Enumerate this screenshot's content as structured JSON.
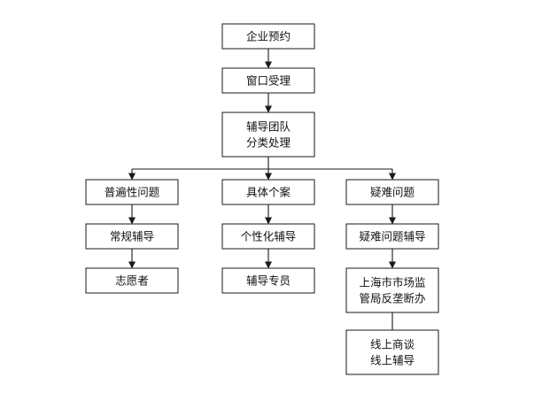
{
  "diagram": {
    "nodes": [
      {
        "id": "reservation",
        "lines": [
          "企业预约"
        ]
      },
      {
        "id": "acceptance",
        "lines": [
          "窗口受理"
        ]
      },
      {
        "id": "team",
        "lines": [
          "辅导团队",
          "分类处理"
        ]
      },
      {
        "id": "general",
        "lines": [
          "普遍性问题"
        ]
      },
      {
        "id": "specific",
        "lines": [
          "具体个案"
        ]
      },
      {
        "id": "difficult",
        "lines": [
          "疑难问题"
        ]
      },
      {
        "id": "regular",
        "lines": [
          "常规辅导"
        ]
      },
      {
        "id": "personal",
        "lines": [
          "个性化辅导"
        ]
      },
      {
        "id": "difficultCoach",
        "lines": [
          "疑难问题辅导"
        ]
      },
      {
        "id": "volunteer",
        "lines": [
          "志愿者"
        ]
      },
      {
        "id": "specialist",
        "lines": [
          "辅导专员"
        ]
      },
      {
        "id": "bureau",
        "lines": [
          "上海市市场监",
          "管局反垄断办"
        ]
      },
      {
        "id": "online",
        "lines": [
          "线上商谈",
          "线上辅导"
        ]
      }
    ],
    "edges": [
      {
        "from": "reservation",
        "to": "acceptance",
        "arrow": true
      },
      {
        "from": "acceptance",
        "to": "team",
        "arrow": true
      },
      {
        "from": "team",
        "to": "general",
        "arrow": true
      },
      {
        "from": "team",
        "to": "specific",
        "arrow": true
      },
      {
        "from": "team",
        "to": "difficult",
        "arrow": true
      },
      {
        "from": "general",
        "to": "regular",
        "arrow": true
      },
      {
        "from": "specific",
        "to": "personal",
        "arrow": true
      },
      {
        "from": "difficult",
        "to": "difficultCoach",
        "arrow": true
      },
      {
        "from": "regular",
        "to": "volunteer",
        "arrow": true
      },
      {
        "from": "personal",
        "to": "specialist",
        "arrow": true
      },
      {
        "from": "difficultCoach",
        "to": "bureau",
        "arrow": true
      },
      {
        "from": "bureau",
        "to": "online",
        "arrow": false
      }
    ]
  }
}
